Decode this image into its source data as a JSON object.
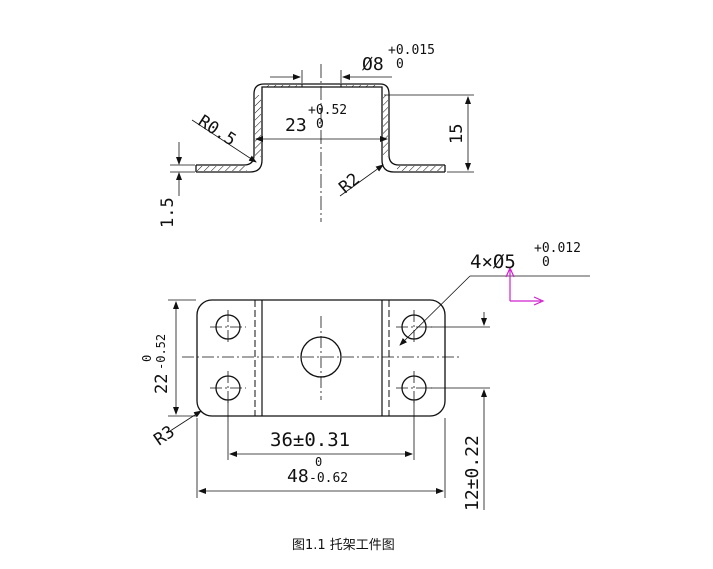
{
  "figure": {
    "caption": "图1.1  托架工件图",
    "colors": {
      "line": "#111111",
      "annotation": "#d020d0"
    }
  },
  "front_view": {
    "hole_dia": {
      "base": "Ø8",
      "upper": "+0.015",
      "lower": "0"
    },
    "inner_width": {
      "base": "23",
      "upper": "+0.52",
      "lower": "0"
    },
    "outer_radius": "R0.5",
    "bend_radius": "R2",
    "height": "15",
    "thickness": "1.5"
  },
  "top_view": {
    "holes": {
      "base": "4×Ø5",
      "upper": "+0.012",
      "lower": "0"
    },
    "width": {
      "base": "22",
      "upper": "0",
      "lower": "-0.52"
    },
    "corner_radius": "R3",
    "hole_spacing_x": "36±0.31",
    "length": {
      "base": "48",
      "upper": "0",
      "lower": "-0.62"
    },
    "hole_spacing_y": "12±0.22"
  }
}
